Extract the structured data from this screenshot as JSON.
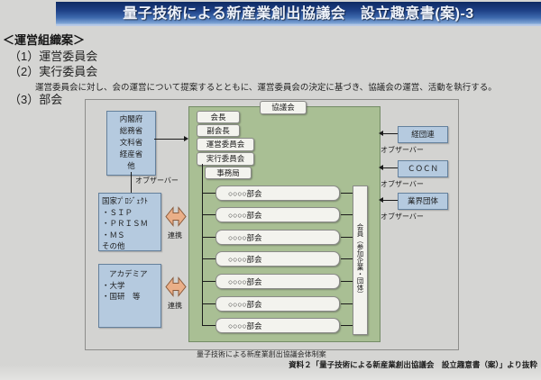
{
  "title": "量子技術による新産業創出協議会　設立趣意書(案)-3",
  "section": {
    "heading": "＜運営組織案＞",
    "item1": "（1）運営委員会",
    "item2": "（2）実行委員会",
    "item2_note": "運営委員会に対し、会の運営について提案するとともに、運営委員会の決定に基づき、協議会の運営、活動を執行する。",
    "item3": "（3）部会"
  },
  "diagram": {
    "council_label": "協議会",
    "government": [
      "内閣府",
      "総務省",
      "文科省",
      "経産省",
      "他"
    ],
    "observer_label": "オブザーバー",
    "national_project": [
      "国家ﾌﾟﾛｼﾞｪｸﾄ",
      "・ＳＩＰ",
      "・ＰＲＩＳＭ",
      "・ＭＳ",
      "その他"
    ],
    "academia": [
      "アカデミア",
      "・大学",
      "・国研　等"
    ],
    "renkei_label_1": "連携",
    "renkei_label_2": "連携",
    "exec": {
      "chair": "会長",
      "vice_chair": "副会長",
      "steering": "運営委員会",
      "executive": "実行委員会",
      "secretariat": "事務局"
    },
    "bukai": [
      "○○○○部会",
      "○○○○部会",
      "○○○○部会",
      "○○○○部会",
      "○○○○部会",
      "○○○○部会",
      "○○○○部会"
    ],
    "members_label": "会員（参加企業・団体）",
    "observers_right": [
      {
        "name": "経団連",
        "label": "オブザーバー"
      },
      {
        "name": "ＣＯＣＮ",
        "label": "オブザーバー"
      },
      {
        "name": "業界団体",
        "label": "オブザーバー"
      }
    ],
    "caption": "量子技術による新産業創出協議会体制案"
  },
  "footer": "資料２「量子技術による新産業創出協議会　設立趣意書（案）」より抜粋",
  "colors": {
    "banner_blue": "#1d3f85",
    "box_blue": "#b5cadf",
    "council_green": "#a9bf94",
    "arrow_orange": "#eaaf88"
  }
}
